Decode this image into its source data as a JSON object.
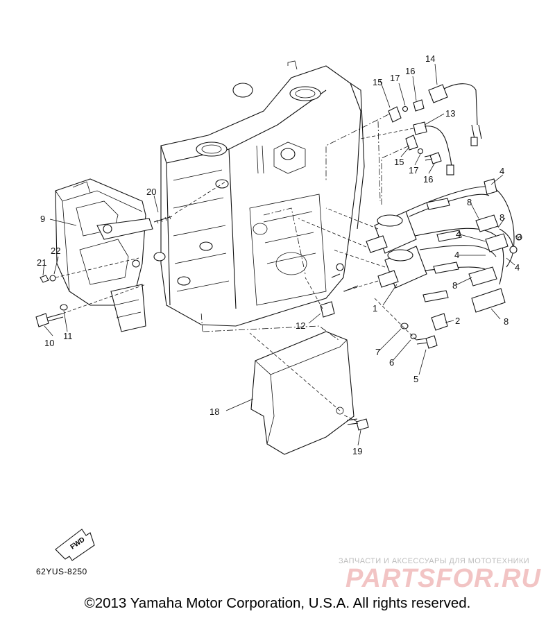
{
  "diagram": {
    "callouts": [
      {
        "id": "c1",
        "label": "1"
      },
      {
        "id": "c2",
        "label": "2"
      },
      {
        "id": "c3",
        "label": "3"
      },
      {
        "id": "c4a",
        "label": "4"
      },
      {
        "id": "c4b",
        "label": "4"
      },
      {
        "id": "c4c",
        "label": "4"
      },
      {
        "id": "c4d",
        "label": "4"
      },
      {
        "id": "c5",
        "label": "5"
      },
      {
        "id": "c6",
        "label": "6"
      },
      {
        "id": "c7",
        "label": "7"
      },
      {
        "id": "c8a",
        "label": "8"
      },
      {
        "id": "c8b",
        "label": "8"
      },
      {
        "id": "c8c",
        "label": "8"
      },
      {
        "id": "c8d",
        "label": "8"
      },
      {
        "id": "c9",
        "label": "9"
      },
      {
        "id": "c10",
        "label": "10"
      },
      {
        "id": "c11",
        "label": "11"
      },
      {
        "id": "c12",
        "label": "12"
      },
      {
        "id": "c13",
        "label": "13"
      },
      {
        "id": "c14",
        "label": "14"
      },
      {
        "id": "c15a",
        "label": "15"
      },
      {
        "id": "c15b",
        "label": "15"
      },
      {
        "id": "c16a",
        "label": "16"
      },
      {
        "id": "c16b",
        "label": "16"
      },
      {
        "id": "c17a",
        "label": "17"
      },
      {
        "id": "c17b",
        "label": "17"
      },
      {
        "id": "c18",
        "label": "18"
      },
      {
        "id": "c19",
        "label": "19"
      },
      {
        "id": "c20",
        "label": "20"
      },
      {
        "id": "c21",
        "label": "21"
      },
      {
        "id": "c22",
        "label": "22"
      }
    ],
    "fwd_arrow_label": "FWD",
    "part_code": "62YUS-8250"
  },
  "watermark": {
    "tagline": "ЗАПЧАСТИ И АКСЕССУАРЫ ДЛЯ МОТОТЕХНИКИ",
    "logo": "PARTSFOR.RU"
  },
  "footer": {
    "copyright": "©2013 Yamaha Motor Corporation, U.S.A. All rights reserved."
  }
}
